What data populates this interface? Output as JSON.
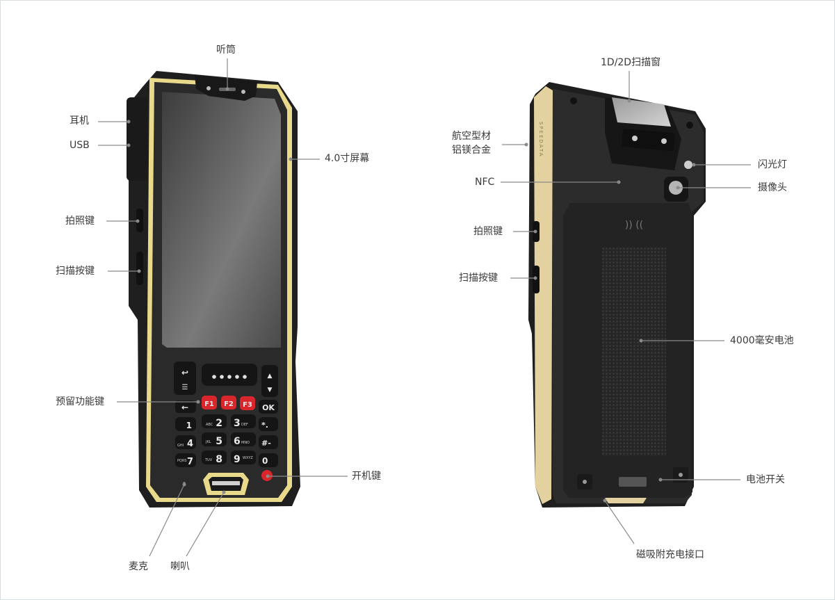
{
  "front_labels": {
    "earpiece": "听筒",
    "headphone": "耳机",
    "usb": "USB",
    "camera_key": "拍照键",
    "scan_key": "扫描按键",
    "screen": "4.0寸屏幕",
    "function_keys": "预留功能键",
    "power_key": "开机键",
    "microphone": "麦克",
    "speaker": "喇叭"
  },
  "back_labels": {
    "scan_window": "1D/2D扫描窗",
    "material_line1": "航空型材",
    "material_line2": "铝镁合金",
    "nfc": "NFC",
    "flash": "闪光灯",
    "camera": "摄像头",
    "camera_key": "拍照键",
    "scan_key": "扫描按键",
    "battery": "4000毫安电池",
    "battery_switch": "电池开关",
    "magnetic_charging": "磁吸附充电接口"
  },
  "keypad": {
    "f1": "F1",
    "f2": "F2",
    "f3": "F3",
    "ok": "OK",
    "k1": "1",
    "k2": "2",
    "k3": "3",
    "star": "*.",
    "k4": "4",
    "k5": "5",
    "k6": "6",
    "hash": "#-",
    "k7": "7",
    "k8": "8",
    "k9": "9",
    "k0": "0",
    "abc": "ABC",
    "def": "DEF",
    "ghi": "GHI",
    "jkl": "JKL",
    "mno": "MNO",
    "pqrs": "PQRS",
    "tuv": "TUV",
    "wxyz": "WXYZ"
  },
  "brand": "SPEEDATA",
  "colors": {
    "accent_gold": "#e9d98a",
    "body": "#2b2b2b",
    "function_red": "#d8262c",
    "label_text": "#3a3a3a",
    "leader_line": "#8a8a8a"
  }
}
